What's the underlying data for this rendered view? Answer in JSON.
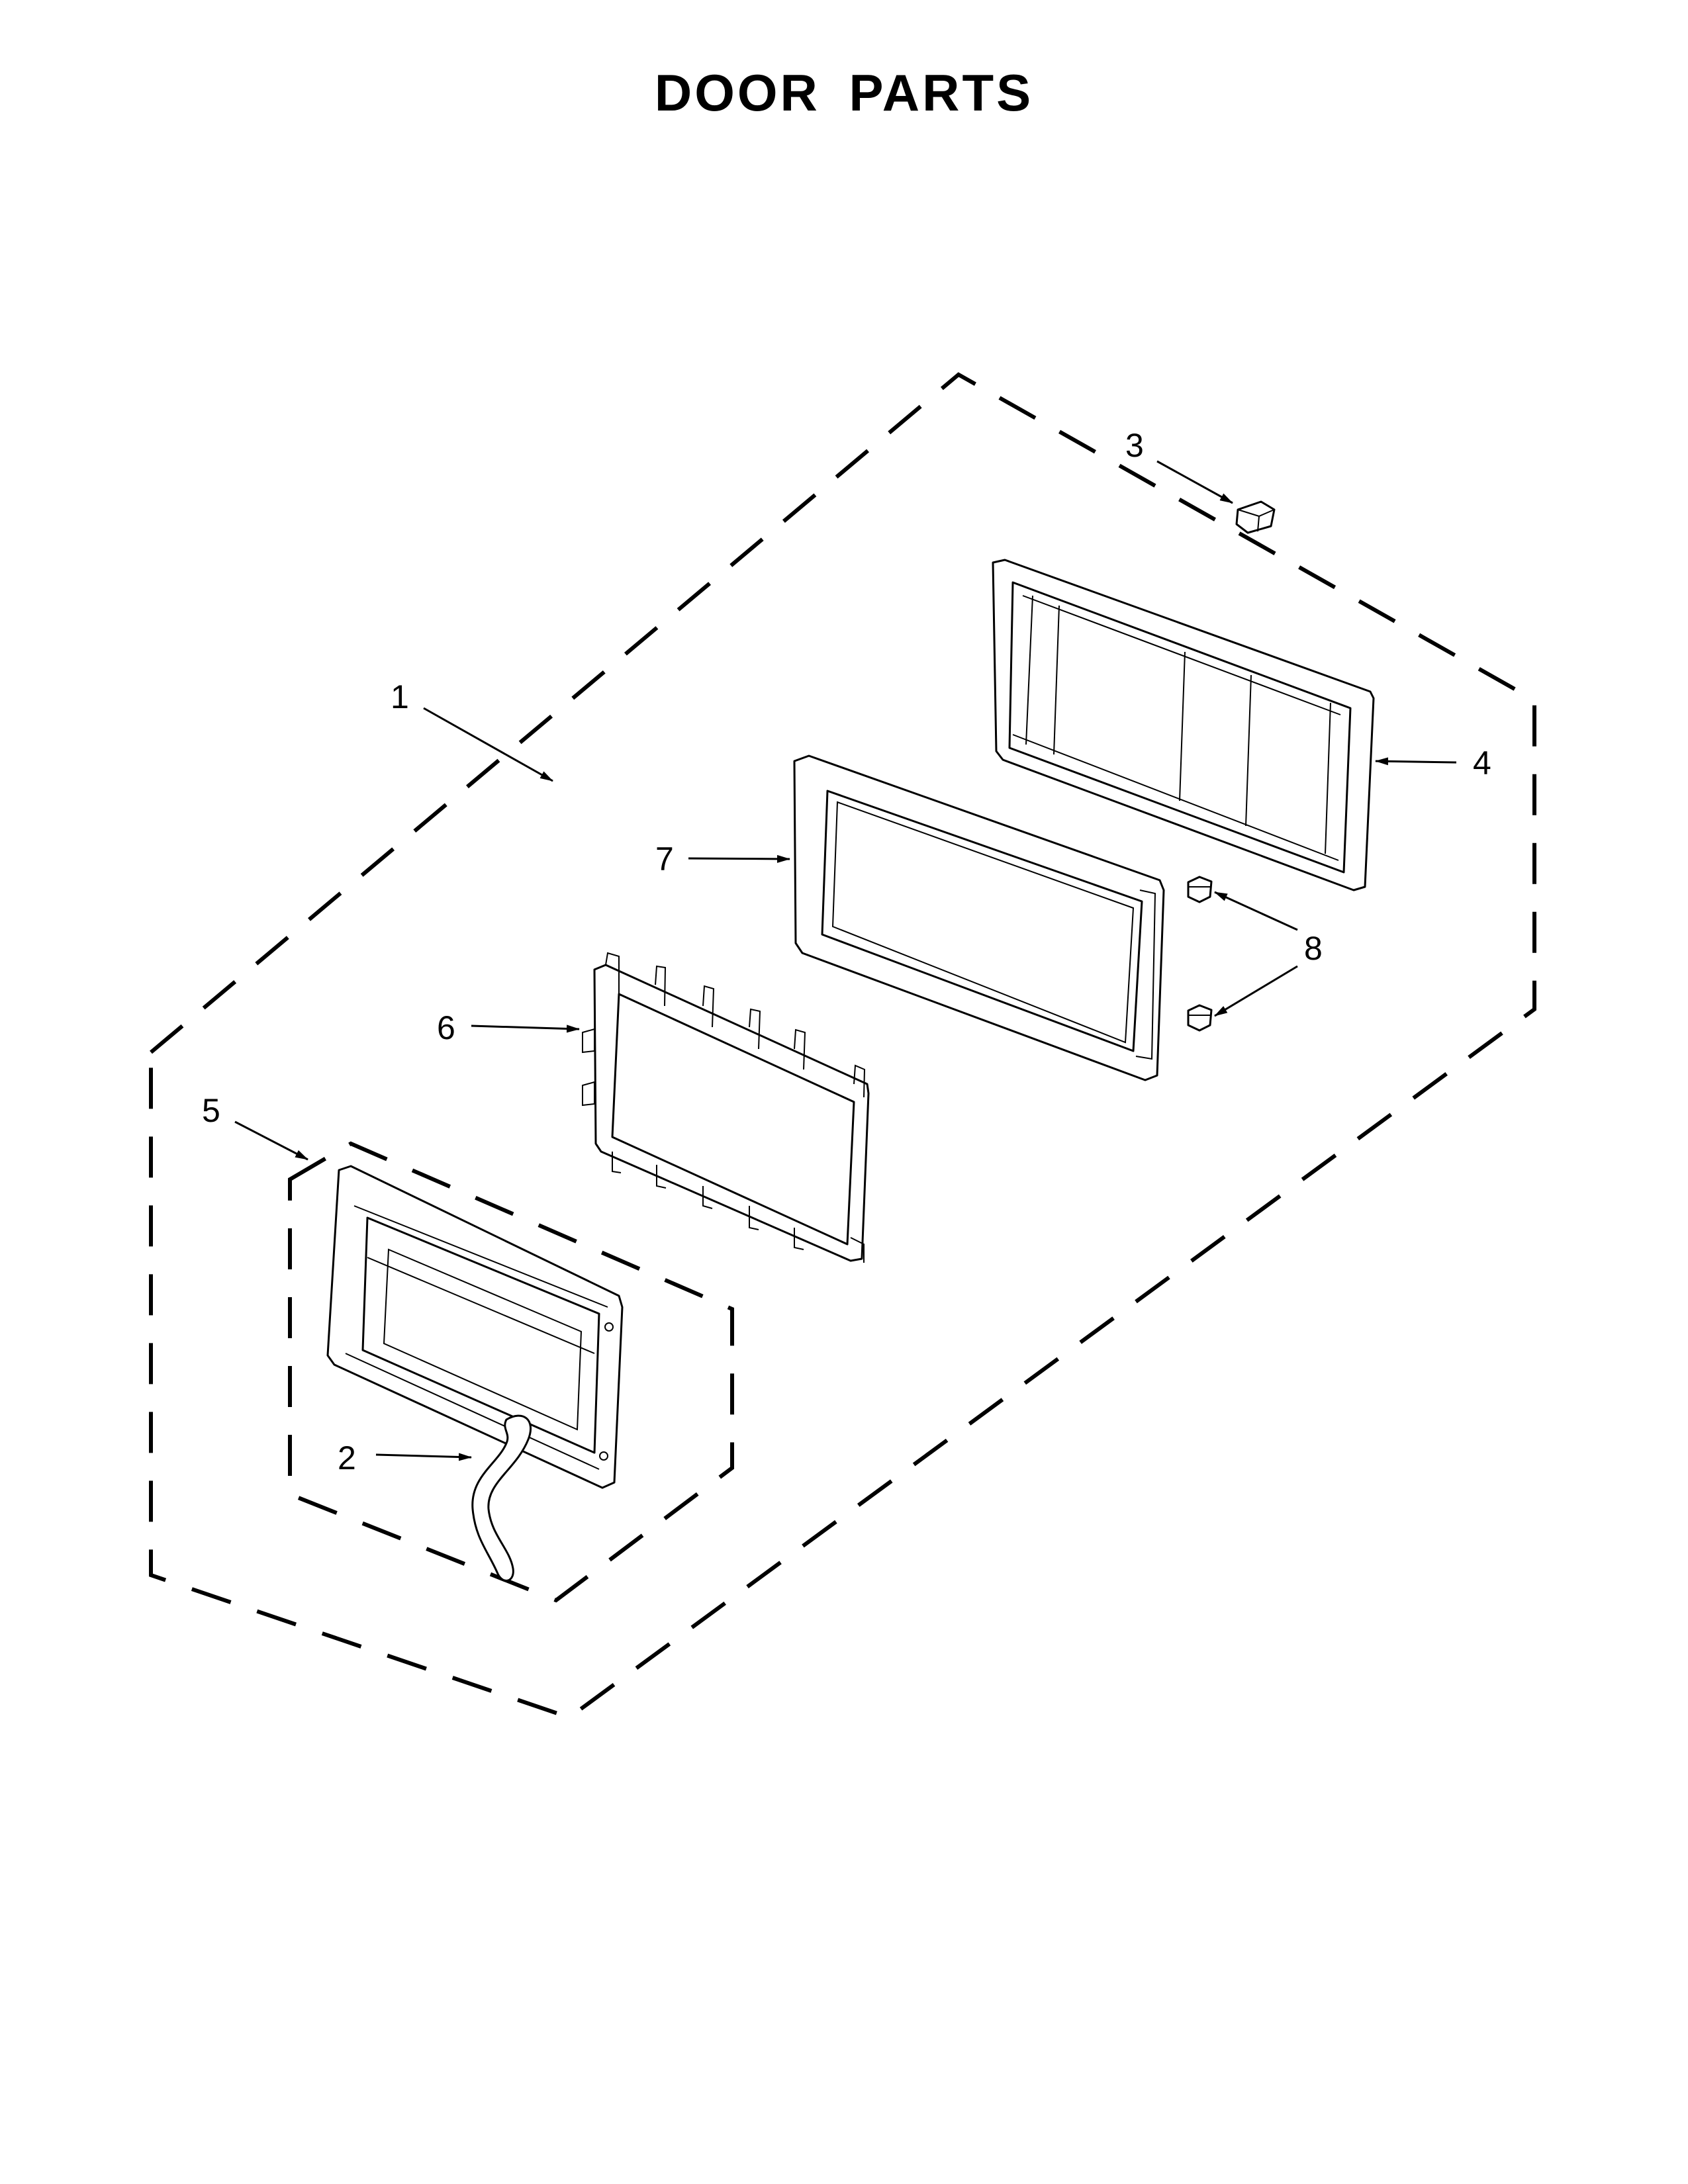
{
  "title": "DOOR PARTS",
  "callouts": {
    "c1": "1",
    "c2": "2",
    "c3": "3",
    "c4": "4",
    "c5": "5",
    "c6": "6",
    "c7": "7",
    "c8": "8"
  }
}
